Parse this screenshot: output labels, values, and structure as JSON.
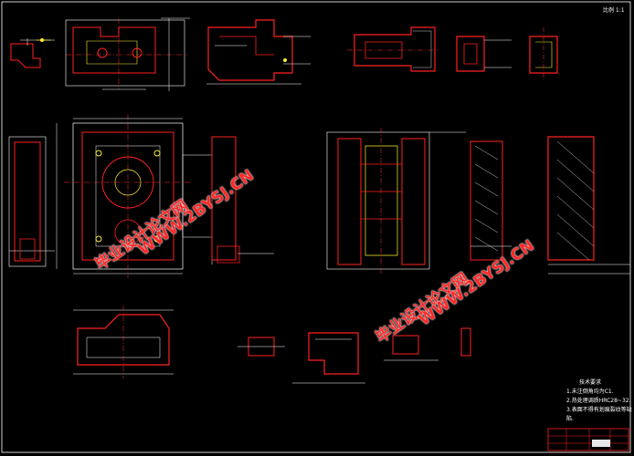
{
  "watermarks": [
    {
      "text": "毕业设计论文网"
    },
    {
      "text": "WWW.2BYSJ.CN"
    },
    {
      "text": "毕业设计论文网"
    },
    {
      "text": "WWW.2BYSJ.CN"
    }
  ],
  "colors": {
    "background": "#000000",
    "part_outline": "#ff2020",
    "dimension_lines": "#ffffff",
    "accent_yellow": "#ffee33",
    "center_lines": "#ff3030",
    "hatch": "#ffffff"
  },
  "notes": {
    "title": "技术要求",
    "lines": [
      "1.未注倒角均为C1.",
      "2.热处理调质HRC28~32.",
      "3.表面不得有划痕裂纹等缺陷."
    ]
  },
  "scale_label": "比例 1:1"
}
